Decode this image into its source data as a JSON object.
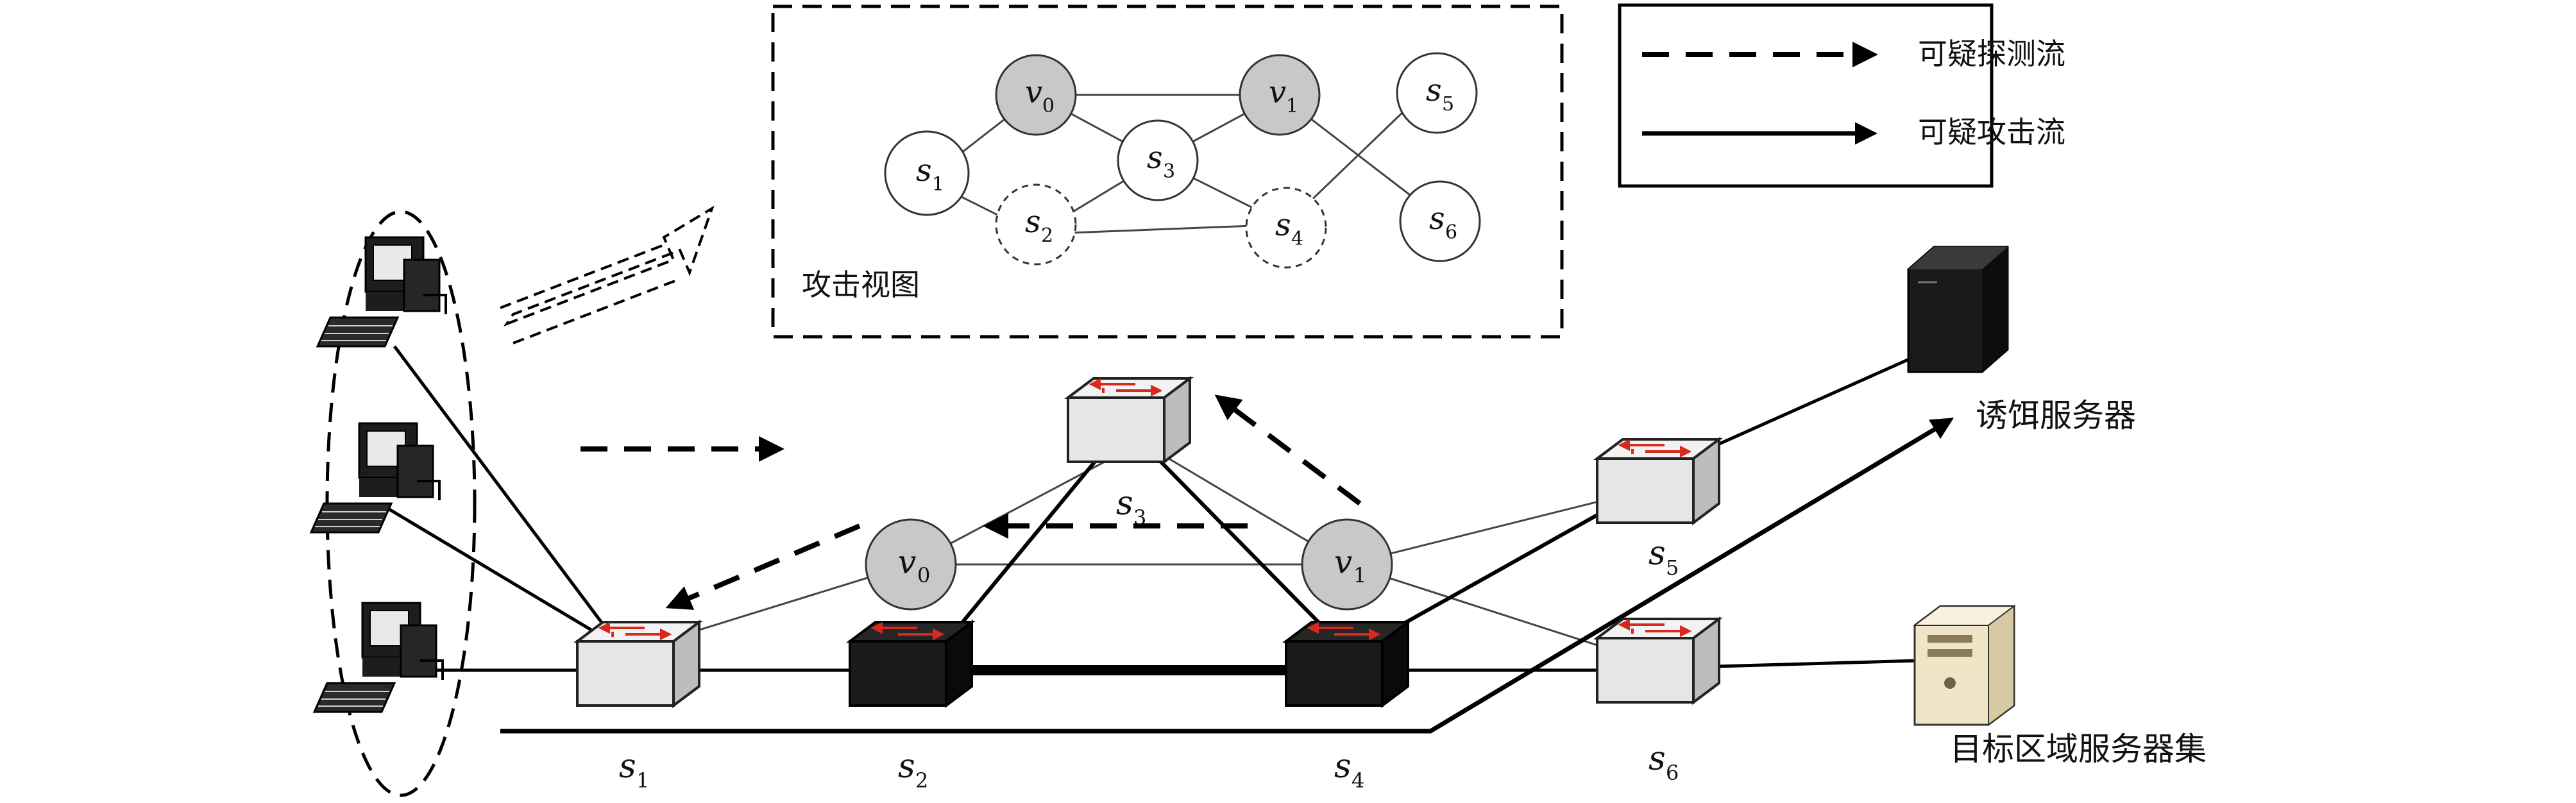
{
  "legend": {
    "probe_flow": "可疑探测流",
    "attack_flow": "可疑攻击流"
  },
  "attack_view": {
    "caption": "攻击视图",
    "nodes": {
      "v0": {
        "base": "v",
        "sub": "0",
        "style": "gray"
      },
      "v1": {
        "base": "v",
        "sub": "1",
        "style": "gray"
      },
      "s1": {
        "base": "s",
        "sub": "1",
        "style": "white"
      },
      "s2": {
        "base": "s",
        "sub": "2",
        "style": "dashed"
      },
      "s3": {
        "base": "s",
        "sub": "3",
        "style": "white"
      },
      "s4": {
        "base": "s",
        "sub": "4",
        "style": "dashed"
      },
      "s5": {
        "base": "s",
        "sub": "5",
        "style": "white"
      },
      "s6": {
        "base": "s",
        "sub": "6",
        "style": "white"
      }
    }
  },
  "network": {
    "switches": {
      "s1": {
        "base": "s",
        "sub": "1",
        "style": "light"
      },
      "s2": {
        "base": "s",
        "sub": "2",
        "style": "dark"
      },
      "s3": {
        "base": "s",
        "sub": "3",
        "style": "light"
      },
      "s4": {
        "base": "s",
        "sub": "4",
        "style": "dark"
      },
      "s5": {
        "base": "s",
        "sub": "5",
        "style": "light"
      },
      "s6": {
        "base": "s",
        "sub": "6",
        "style": "light"
      }
    },
    "virtual_nodes": {
      "v0": {
        "base": "v",
        "sub": "0"
      },
      "v1": {
        "base": "v",
        "sub": "1"
      }
    },
    "decoy_server": "诱饵服务器",
    "target_servers": "目标区域服务器集"
  },
  "colors": {
    "virtual_node": "#c8c8c8",
    "switch_light": "#e6e6e6",
    "switch_dark": "#141414",
    "switch_arrows": "#d62a1e",
    "decoy_server": "#1a1a1a",
    "target_server": "#efe6c8"
  },
  "icons": {
    "host": "desktop-computer-icon",
    "switch": "network-switch-icon",
    "decoy_server": "tower-server-icon",
    "target_server": "tower-server-icon"
  }
}
